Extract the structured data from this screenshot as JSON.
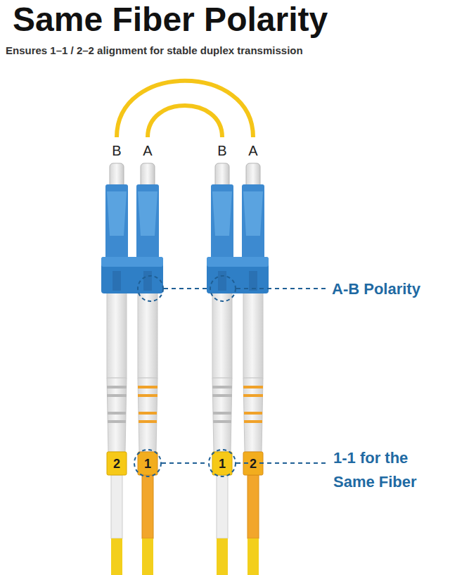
{
  "diagram": {
    "title": "Same Fiber Polarity",
    "labels": [
      "Ensures 1–1 / 2–2 alignment for stable duplex transmission",
      "B",
      "A",
      "B",
      "A",
      "2",
      "1",
      "1",
      "2",
      "A-B Polarity",
      "1-1 for the Same Fiber"
    ]
  }
}
